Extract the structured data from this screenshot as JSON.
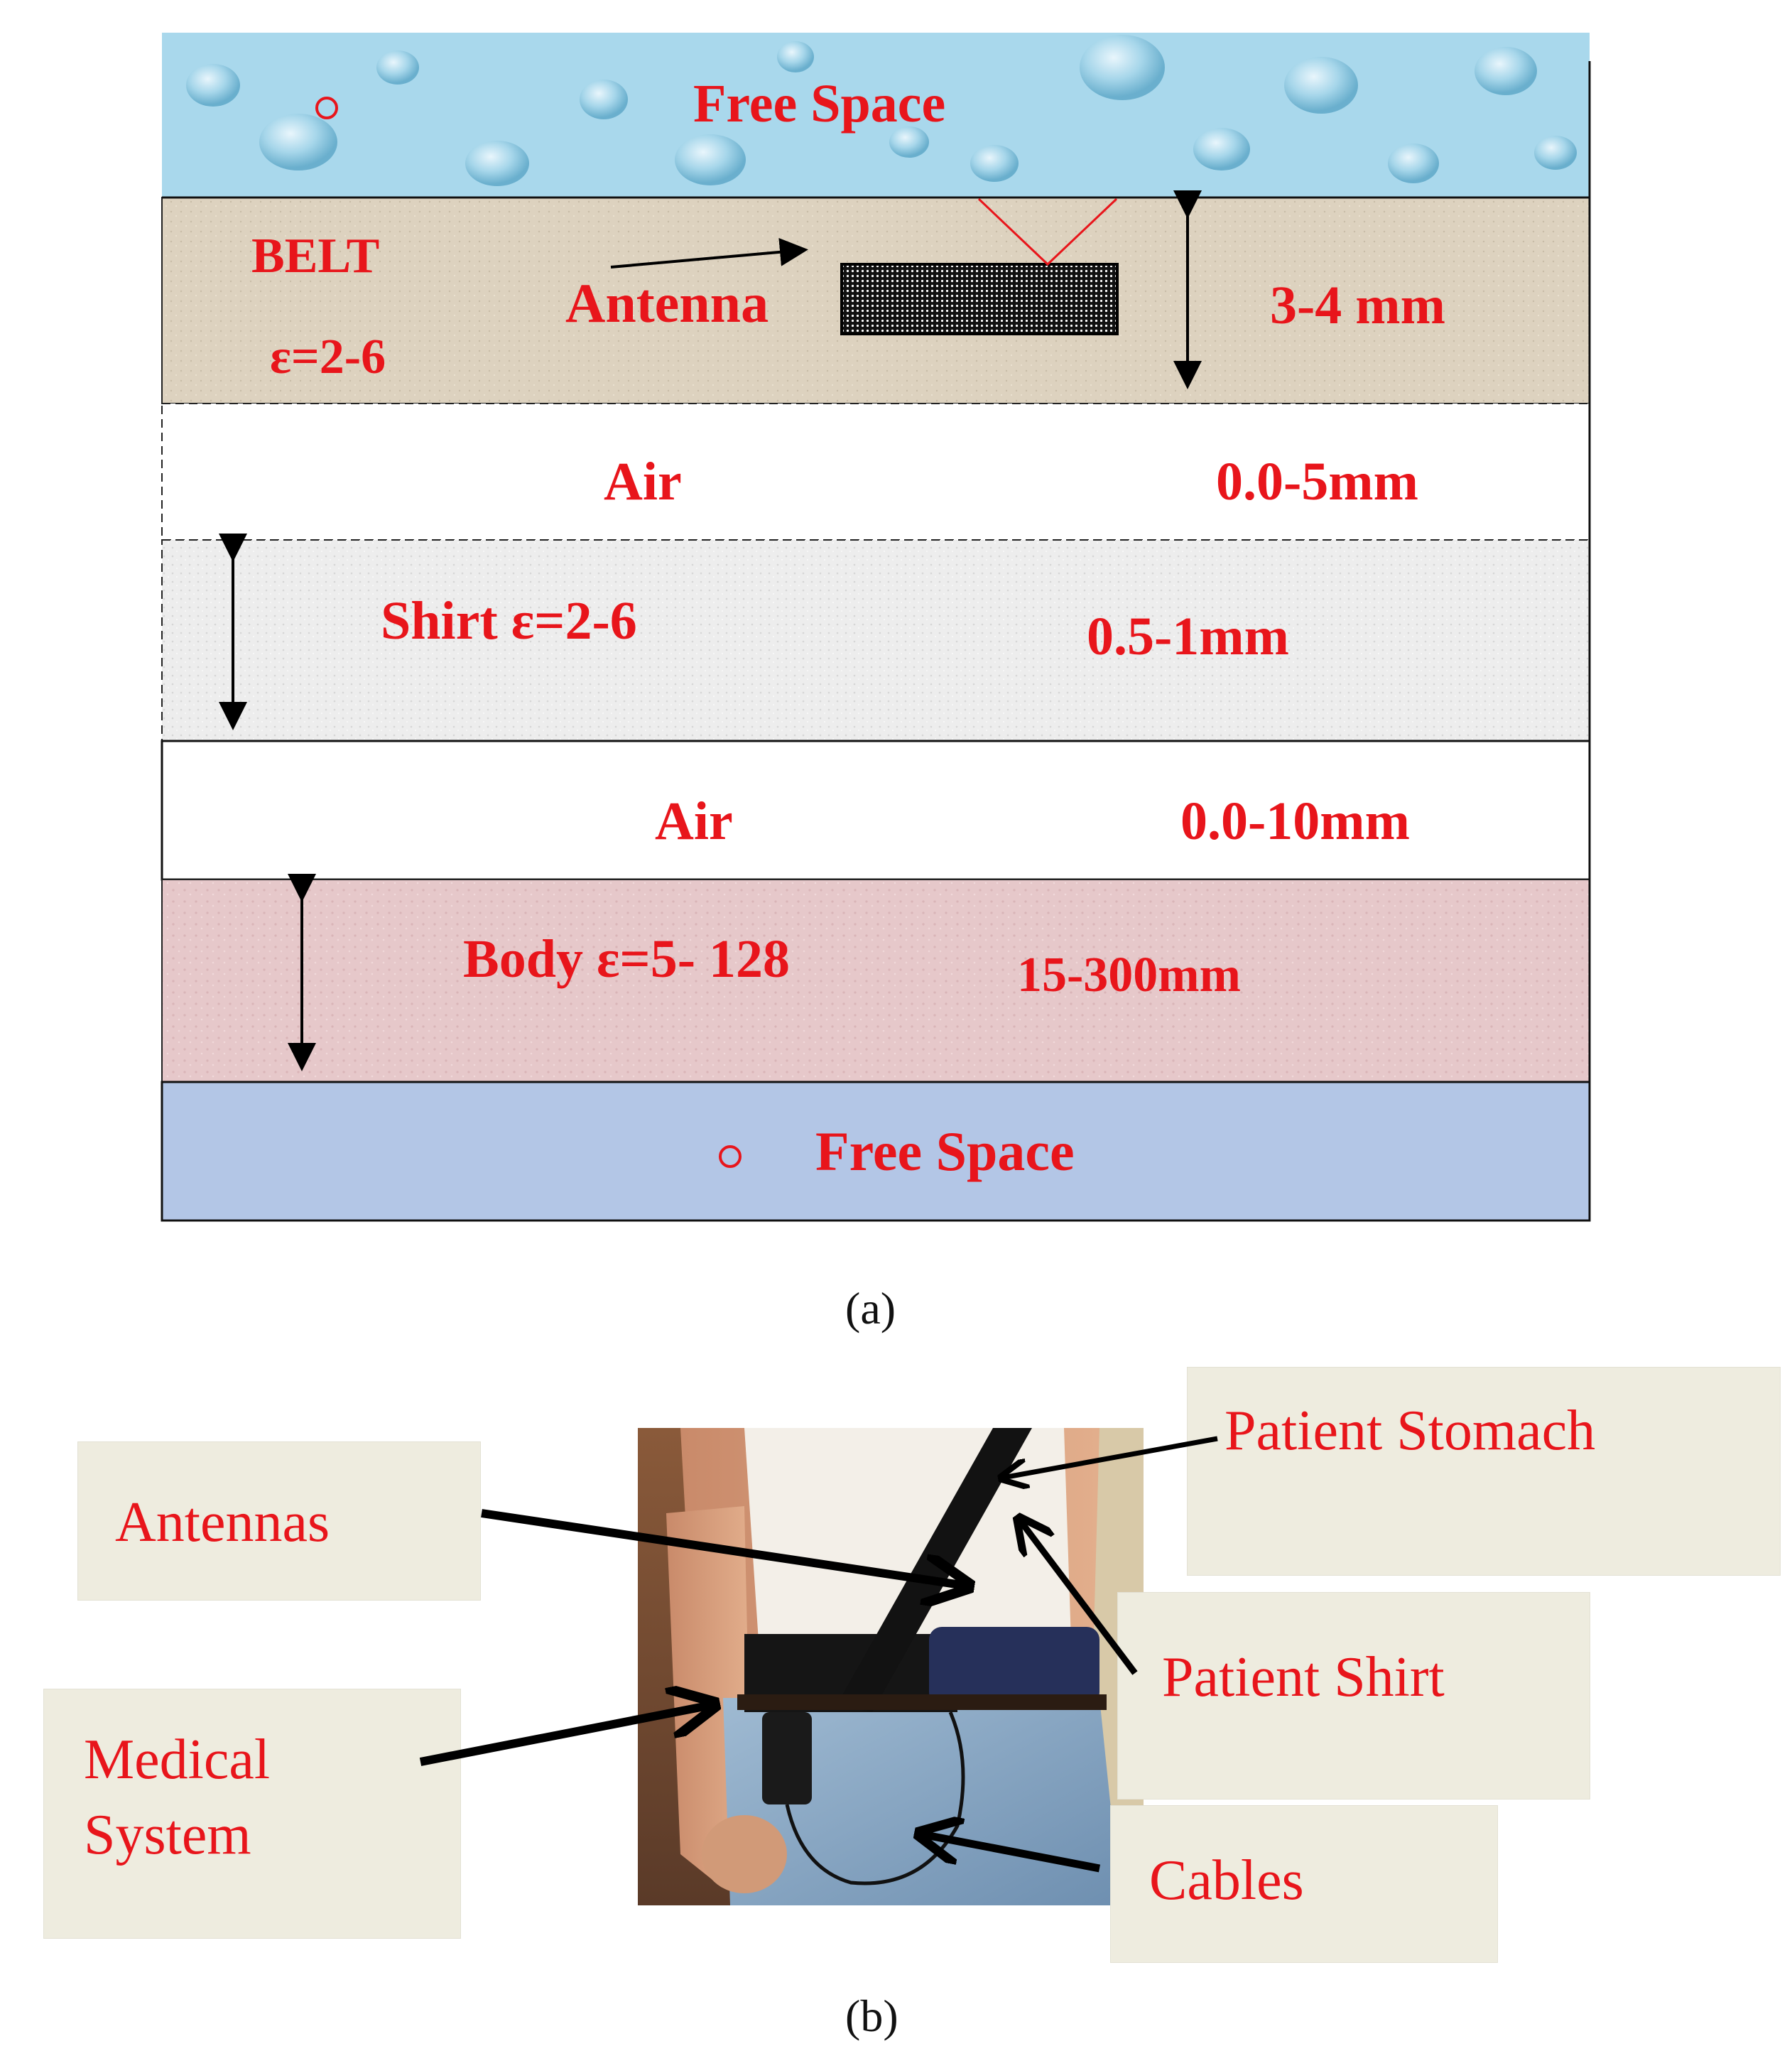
{
  "panel_a": {
    "layers": {
      "free_space_top": {
        "label": "Free Space"
      },
      "belt": {
        "title": "BELT",
        "permittivity": "ε=2-6",
        "antenna_label": "Antenna",
        "thickness": "3-4 mm"
      },
      "air_1": {
        "label": "Air",
        "thickness": "0.0-5mm"
      },
      "shirt": {
        "label": "Shirt ε=2-6",
        "thickness": "0.5-1mm"
      },
      "air_2": {
        "label": "Air",
        "thickness": "0.0-10mm"
      },
      "body": {
        "label": "Body ε=5- 128",
        "thickness": "15-300mm"
      },
      "free_space_bottom": {
        "label": "Free Space"
      }
    },
    "caption": "(a)",
    "colors": {
      "label_red": "#e8151b",
      "free_space_blue": "#b3c6e6",
      "belt_tan": "#ddd2bf",
      "body_pink": "#e6c7c9",
      "shirt_grey": "#ececec",
      "water": "#a9d8ec"
    }
  },
  "panel_b": {
    "labels": {
      "antennas": "Antennas",
      "medical_system": [
        "Medical",
        "System"
      ],
      "patient_stomach": "Patient Stomach",
      "patient_shirt": "Patient Shirt",
      "cables": "Cables"
    },
    "caption": "(b)"
  }
}
